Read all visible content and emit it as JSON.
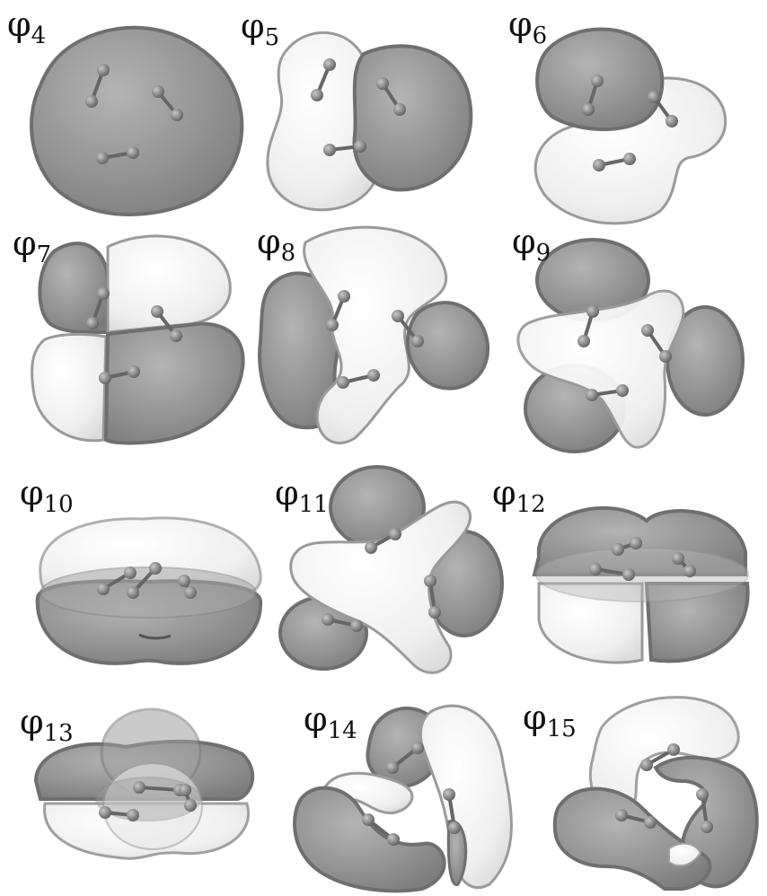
{
  "figure": {
    "panels": [
      {
        "id": "phi4",
        "symbol": "φ",
        "index": "4"
      },
      {
        "id": "phi5",
        "symbol": "φ",
        "index": "5"
      },
      {
        "id": "phi6",
        "symbol": "φ",
        "index": "6"
      },
      {
        "id": "phi7",
        "symbol": "φ",
        "index": "7"
      },
      {
        "id": "phi8",
        "symbol": "φ",
        "index": "8"
      },
      {
        "id": "phi9",
        "symbol": "φ",
        "index": "9"
      },
      {
        "id": "phi10",
        "symbol": "φ",
        "index": "10"
      },
      {
        "id": "phi11",
        "symbol": "φ",
        "index": "11"
      },
      {
        "id": "phi12",
        "symbol": "φ",
        "index": "12"
      },
      {
        "id": "phi13",
        "symbol": "φ",
        "index": "13"
      },
      {
        "id": "phi14",
        "symbol": "φ",
        "index": "14"
      },
      {
        "id": "phi15",
        "symbol": "φ",
        "index": "15"
      }
    ],
    "colors": {
      "dark_lobe": "#8e8e8e",
      "light_lobe": "#f1f1f1",
      "outline": "#6f6f6f",
      "atom": "#7a7a7a"
    }
  }
}
